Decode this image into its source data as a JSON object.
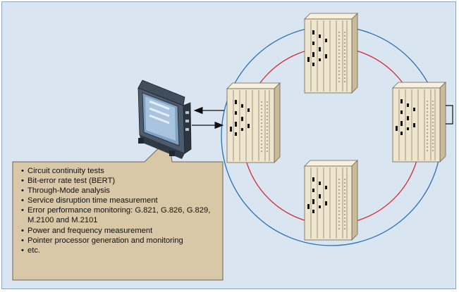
{
  "callout": {
    "items": [
      "Circuit continuity tests",
      "Bit-error rate test (BERT)",
      "Through-Mode analysis",
      "Service disruption time measurement",
      "Error performance monitoring: G.821, G.826, G.829, M.2100 and M.2101",
      "Power and frequency measurement",
      "Pointer processor generation and monitoring",
      "etc."
    ]
  },
  "colors": {
    "panel_background": "#d9e6f1",
    "callout_background": "#d9c8a8",
    "outer_ring": "#2a6db5",
    "inner_ring": "#d8283a",
    "rack": "#efe6d0"
  },
  "icons": {
    "tester": "portable-test-instrument-icon",
    "rack": "equipment-rack-icon"
  }
}
